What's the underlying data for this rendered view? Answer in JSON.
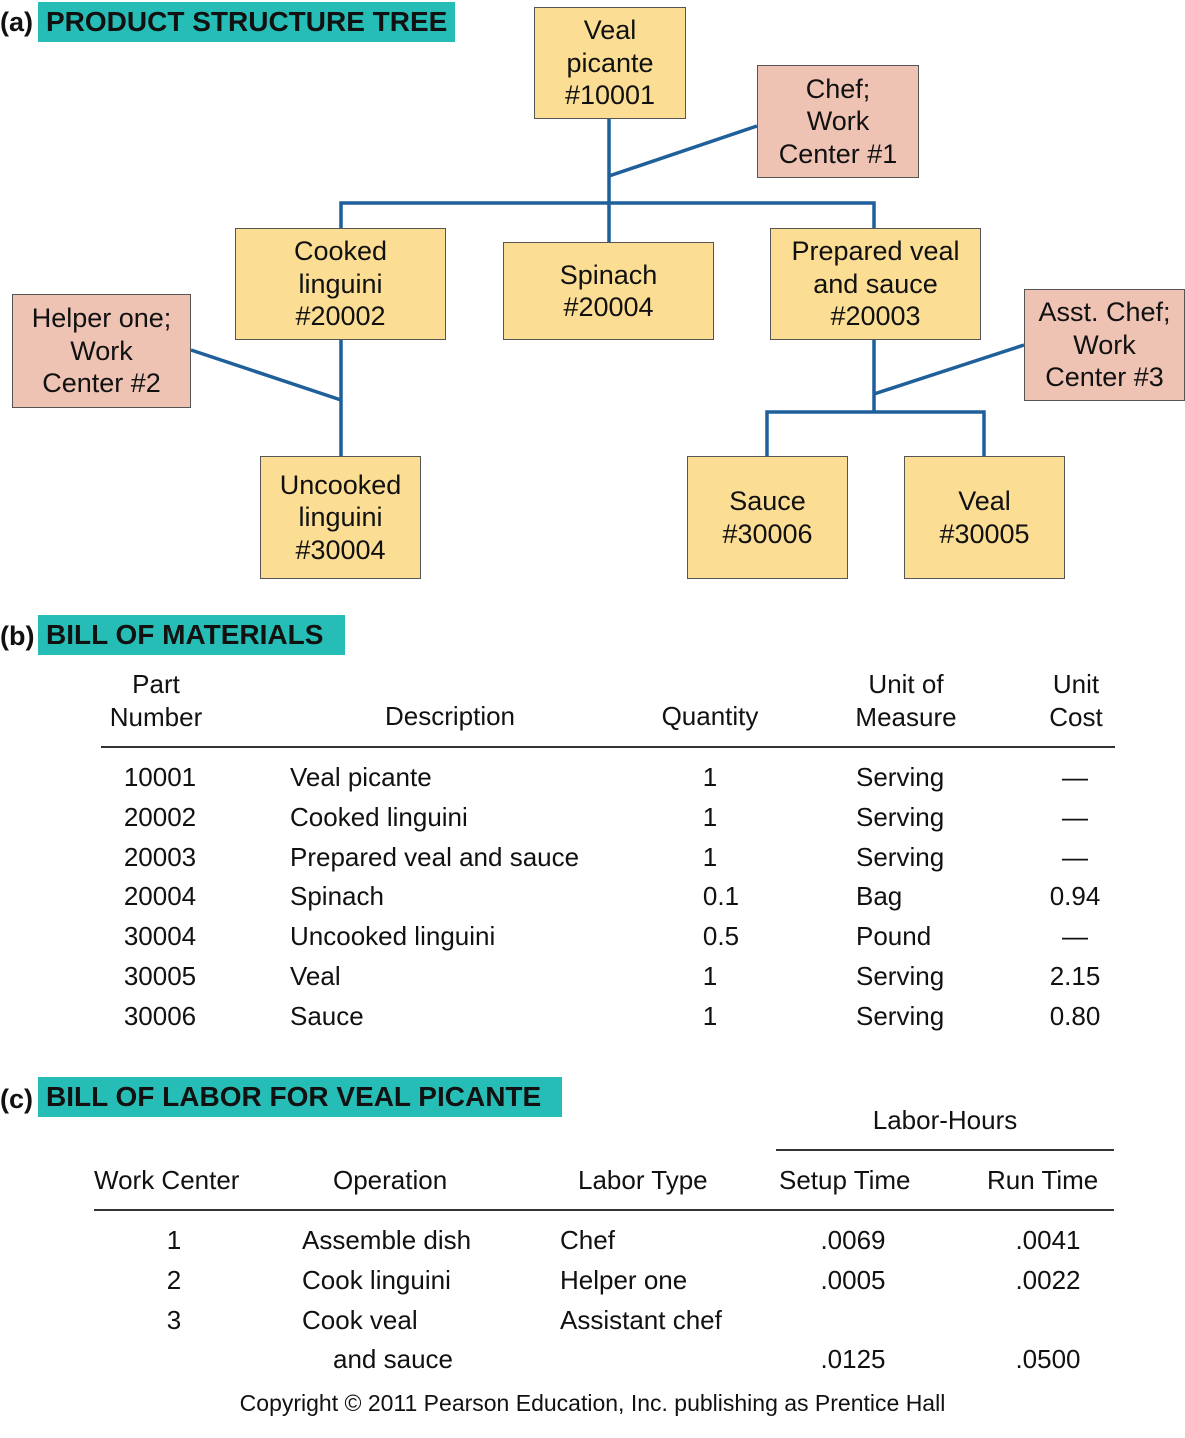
{
  "section_a": {
    "letter": "(a)",
    "title": "PRODUCT STRUCTURE TREE"
  },
  "tree": {
    "root": {
      "name": "Veal\npicante\n#10001"
    },
    "chef": {
      "name": "Chef;\nWork\nCenter #1"
    },
    "linguini": {
      "name": "Cooked\nlinguini\n#20002"
    },
    "spinach": {
      "name": "Spinach\n#20004"
    },
    "prepared": {
      "name": "Prepared veal\nand sauce\n#20003"
    },
    "helper": {
      "name": "Helper one;\nWork\nCenter #2"
    },
    "asst": {
      "name": "Asst. Chef;\nWork\nCenter #3"
    },
    "uncooked": {
      "name": "Uncooked\nlinguini\n#30004"
    },
    "sauce": {
      "name": "Sauce\n#30006"
    },
    "veal": {
      "name": "Veal\n#30005"
    }
  },
  "colors": {
    "accent": "#27bdb7",
    "item_box": "#fbdd93",
    "work_center_box": "#eec3b4",
    "connector": "#1f5f9a"
  },
  "section_b": {
    "letter": "(b)",
    "title": "BILL OF MATERIALS",
    "headers": [
      "Part\nNumber",
      "Description",
      "Quantity",
      "Unit of\nMeasure",
      "Unit\nCost"
    ],
    "rows": [
      [
        "10001",
        "Veal picante",
        "1",
        "Serving",
        "—"
      ],
      [
        "20002",
        "Cooked linguini",
        "1",
        "Serving",
        "—"
      ],
      [
        "20003",
        "Prepared veal and sauce",
        "1",
        "Serving",
        "—"
      ],
      [
        "20004",
        "Spinach",
        "0.1",
        "Bag",
        "0.94"
      ],
      [
        "30004",
        "Uncooked linguini",
        "0.5",
        "Pound",
        "—"
      ],
      [
        "30005",
        "Veal",
        "1",
        "Serving",
        "2.15"
      ],
      [
        "30006",
        "Sauce",
        "1",
        "Serving",
        "0.80"
      ]
    ]
  },
  "section_c": {
    "letter": "(c)",
    "title": "BILL OF LABOR FOR VEAL PICANTE",
    "group_header": "Labor-Hours",
    "headers": [
      "Work Center",
      "Operation",
      "Labor Type",
      "Setup Time",
      "Run Time"
    ],
    "rows": [
      [
        "1",
        "Assemble dish",
        "Chef",
        ".0069",
        ".0041"
      ],
      [
        "2",
        "Cook linguini",
        "Helper one",
        ".0005",
        ".0022"
      ],
      [
        "3",
        "Cook veal",
        "Assistant chef",
        "",
        ""
      ],
      [
        "",
        "and sauce",
        "",
        ".0125",
        ".0500"
      ]
    ]
  },
  "copyright": "Copyright © 2011 Pearson Education, Inc. publishing as Prentice Hall"
}
